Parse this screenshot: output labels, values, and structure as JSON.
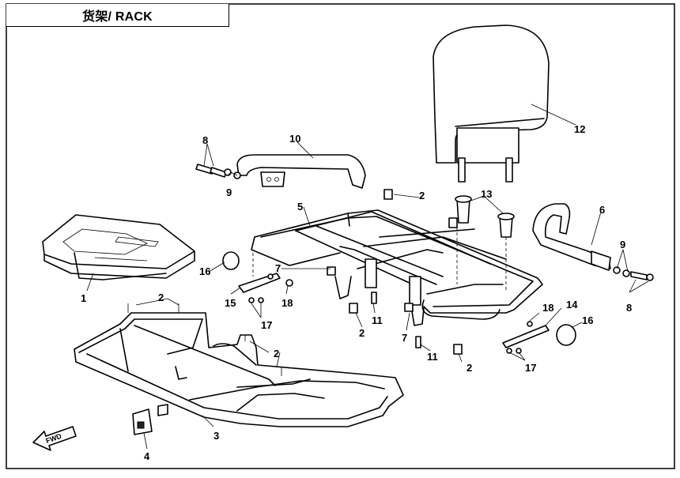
{
  "title": "货架/ RACK",
  "fwd_label": "FWD",
  "callouts": [
    "1",
    "2",
    "3",
    "4",
    "5",
    "6",
    "7",
    "8",
    "9",
    "10",
    "11",
    "12",
    "13",
    "14",
    "15",
    "16",
    "17",
    "18"
  ]
}
